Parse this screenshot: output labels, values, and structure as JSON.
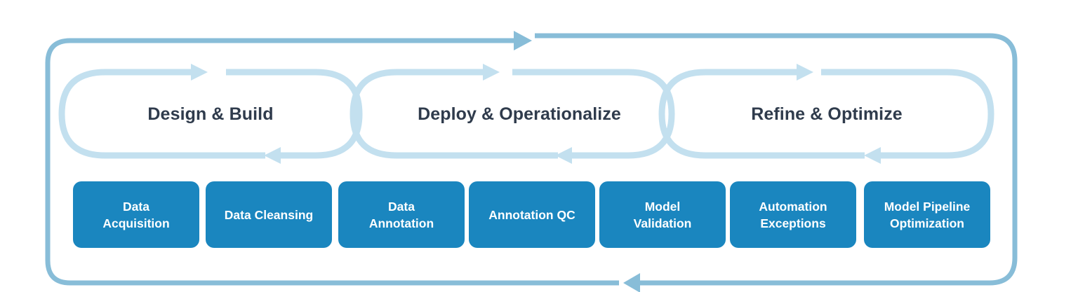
{
  "phases": [
    {
      "title": "Design & Build"
    },
    {
      "title": "Deploy & Operationalize"
    },
    {
      "title": "Refine & Optimize"
    }
  ],
  "steps": [
    {
      "label": "Data\nAcquisition"
    },
    {
      "label": "Data Cleansing"
    },
    {
      "label": "Data\nAnnotation"
    },
    {
      "label": "Annotation QC"
    },
    {
      "label": "Model\nValidation"
    },
    {
      "label": "Automation\nExceptions"
    },
    {
      "label": "Model Pipeline\nOptimization"
    }
  ],
  "colors": {
    "outer_loop": "#88bdd8",
    "inner_loop": "#c3e0ef",
    "step_box": "#1a86bf",
    "step_text": "#ffffff",
    "phase_title": "#2f3b4c"
  }
}
